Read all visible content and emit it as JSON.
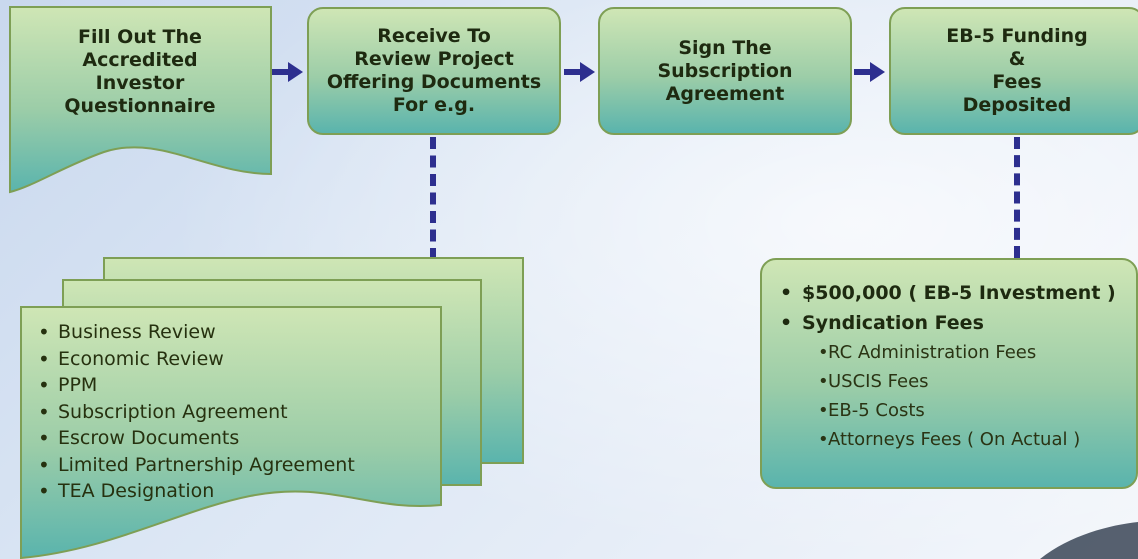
{
  "steps": [
    {
      "label": "Fill Out The\nAccredited\nInvestor\nQuestionnaire"
    },
    {
      "label": "Receive To\nReview Project\nOffering Documents\nFor e.g."
    },
    {
      "label": "Sign The\nSubscription\nAgreement"
    },
    {
      "label": "EB-5 Funding\n&\nFees\nDeposited"
    }
  ],
  "documents": [
    "Business Review",
    "Economic Review",
    "PPM",
    "Subscription Agreement",
    "Escrow Documents",
    "Limited Partnership Agreement",
    "TEA Designation"
  ],
  "funding": {
    "items": [
      {
        "text": "$500,000 ( EB-5 Investment )",
        "level": "main"
      },
      {
        "text": "Syndication Fees",
        "level": "main"
      },
      {
        "text": "RC Administration Fees",
        "level": "sub"
      },
      {
        "text": "USCIS Fees",
        "level": "sub"
      },
      {
        "text": "EB-5 Costs",
        "level": "sub"
      },
      {
        "text": "Attorneys Fees ( On Actual )",
        "level": "sub"
      }
    ]
  },
  "colors": {
    "box_top": "#cfe6b5",
    "box_bottom": "#5ab4ad",
    "box_border": "#7e9f55",
    "connector": "#2d2f8f"
  }
}
